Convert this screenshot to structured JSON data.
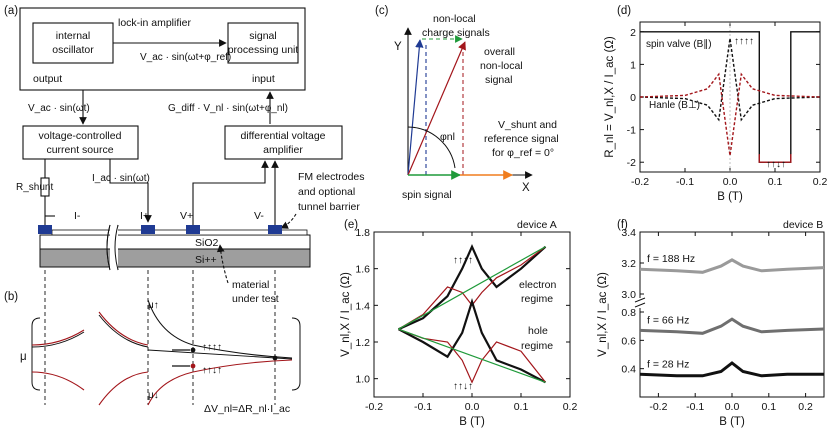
{
  "colors": {
    "blue": "#1f3a93",
    "green": "#1f9a3a",
    "red": "#a3161b",
    "orange": "#f07d1e",
    "gray": "#9a9a9a",
    "dark_gray": "#6f6f6f"
  },
  "panel_a": {
    "label": "(a)",
    "internal_oscillator": [
      "internal",
      "oscillator"
    ],
    "lockin": "lock-in amplifier",
    "signal_unit": [
      "signal",
      "processing unit"
    ],
    "ref_formula": "V_ac · sin(ωt+φ_ref)",
    "output": "output",
    "input": "input",
    "vac_sin": "V_ac · sin(ωt)",
    "gdiff": "G_diff · V_nl · sin(ωt+φ_nl)",
    "vcs": [
      "voltage-controlled",
      "current source"
    ],
    "dva": [
      "differential voltage",
      "amplifier"
    ],
    "rshunt": "R_shunt",
    "iac_sin": "I_ac · sin(ωt)",
    "fm_note": [
      "FM electrodes",
      "and optional",
      "tunnel barrier"
    ],
    "electrodes": [
      "I-",
      "I+",
      "V+",
      "V-"
    ],
    "sio2": "SiO2",
    "si": "Si++",
    "material": [
      "material",
      "under test"
    ]
  },
  "panel_b": {
    "label": "(b)",
    "mu": "μ",
    "mu_up": "μ↑",
    "mu_down": "μ↓",
    "delta": "ΔV_nl=ΔR_nl·I_ac"
  },
  "panel_c": {
    "label": "(c)",
    "y_axis": "Y",
    "x_axis": "X",
    "charge": [
      "non-local",
      "charge signals"
    ],
    "overall": [
      "overall",
      "non-local",
      "signal"
    ],
    "phi": "φnl",
    "vshunt": [
      "V_shunt and",
      "reference signal",
      "for φ_ref = 0°"
    ],
    "spin": "spin signal"
  },
  "chart_data": [
    {
      "id": "d",
      "type": "line",
      "label": "(d)",
      "xlabel": "B (T)",
      "ylabel": "R_nl = V_nl,X / I_ac (Ω)",
      "xlim": [
        -0.2,
        0.2
      ],
      "ylim": [
        -2.3,
        2.3
      ],
      "xticks": [
        -0.2,
        -0.1,
        0.0,
        0.1,
        0.2
      ],
      "yticks": [
        -2,
        -1,
        0,
        1,
        2
      ],
      "annotations": [
        "spin valve (B∥)",
        "Hanle (B⊥)"
      ],
      "series": [
        {
          "name": "spin valve (B∥)",
          "style": "solid",
          "color": "#111111",
          "x": [
            -0.2,
            0.065,
            0.065,
            0.135,
            0.135,
            0.2
          ],
          "y": [
            2.0,
            2.0,
            -2.0,
            -2.0,
            2.0,
            2.0
          ]
        },
        {
          "name": "spin valve (B∥)",
          "style": "solid",
          "color": "#a3161b",
          "x": [
            0.065,
            0.065,
            0.135,
            0.135
          ],
          "y": [
            -1.75,
            -2.0,
            -2.0,
            -1.75
          ]
        },
        {
          "name": "Hanle (B⊥)",
          "style": "dashed",
          "color": "#111111",
          "x": [
            -0.2,
            -0.1,
            -0.05,
            -0.025,
            -0.01,
            0.0,
            0.01,
            0.025,
            0.05,
            0.1,
            0.2
          ],
          "y": [
            0.0,
            -0.05,
            -0.25,
            -0.7,
            0.8,
            1.8,
            0.8,
            -0.7,
            -0.25,
            -0.05,
            0.0
          ]
        },
        {
          "name": "Hanle (B⊥)",
          "style": "dashed",
          "color": "#a3161b",
          "x": [
            -0.2,
            -0.1,
            -0.05,
            -0.025,
            -0.01,
            0.0,
            0.01,
            0.025,
            0.05,
            0.1,
            0.2
          ],
          "y": [
            0.0,
            0.05,
            0.25,
            0.7,
            -0.8,
            -1.8,
            -0.8,
            0.7,
            0.25,
            0.05,
            0.0
          ]
        }
      ]
    },
    {
      "id": "e",
      "type": "line",
      "label": "(e)",
      "device": "device A",
      "xlabel": "B (T)",
      "ylabel": "V_nl,X / I_ac (Ω)",
      "xlim": [
        -0.2,
        0.2
      ],
      "ylim": [
        0.9,
        1.8
      ],
      "xticks": [
        -0.2,
        -0.1,
        0.0,
        0.1,
        0.2
      ],
      "yticks": [
        1.0,
        1.2,
        1.4,
        1.6,
        1.8
      ],
      "annotations": [
        "electron",
        "regime",
        "hole",
        "regime"
      ],
      "series": [
        {
          "name": "electron parallel",
          "color": "#111111",
          "x": [
            -0.15,
            -0.1,
            -0.05,
            -0.02,
            0.0,
            0.02,
            0.05,
            0.1,
            0.15
          ],
          "y": [
            1.27,
            1.33,
            1.45,
            1.6,
            1.72,
            1.6,
            1.5,
            1.6,
            1.72
          ]
        },
        {
          "name": "electron antiparallel",
          "color": "#a3161b",
          "x": [
            -0.15,
            -0.1,
            -0.05,
            -0.02,
            0.0,
            0.02,
            0.05,
            0.1,
            0.15
          ],
          "y": [
            1.27,
            1.35,
            1.5,
            1.47,
            1.4,
            1.47,
            1.55,
            1.62,
            1.72
          ]
        },
        {
          "name": "hole parallel",
          "color": "#111111",
          "x": [
            -0.15,
            -0.1,
            -0.05,
            -0.02,
            0.0,
            0.02,
            0.05,
            0.1,
            0.15
          ],
          "y": [
            1.27,
            1.2,
            1.12,
            1.25,
            1.42,
            1.25,
            1.1,
            1.05,
            0.98
          ]
        },
        {
          "name": "hole antiparallel",
          "color": "#a3161b",
          "x": [
            -0.15,
            -0.1,
            -0.05,
            -0.02,
            0.0,
            0.02,
            0.05,
            0.1,
            0.15
          ],
          "y": [
            1.27,
            1.22,
            1.2,
            1.1,
            0.98,
            1.1,
            1.2,
            1.15,
            0.98
          ]
        },
        {
          "name": "hole parallel fit",
          "color": "#1f9a3a",
          "x": [
            -0.15,
            0.15
          ],
          "y": [
            1.27,
            0.98
          ]
        },
        {
          "name": "electron fit",
          "color": "#1f9a3a",
          "x": [
            -0.15,
            0.15
          ],
          "y": [
            1.27,
            1.72
          ]
        }
      ]
    },
    {
      "id": "f",
      "type": "line",
      "label": "(f)",
      "device": "device B",
      "xlabel": "B (T)",
      "ylabel": "V_nl,X / I_ac (Ω)",
      "xlim": [
        -0.25,
        0.25
      ],
      "xticks": [
        -0.2,
        -0.1,
        0.0,
        0.1,
        0.2
      ],
      "ylim_upper": [
        3.0,
        3.4
      ],
      "ylim_lower": [
        0.2,
        0.8
      ],
      "yticks_upper": [
        3.0,
        3.2,
        3.4
      ],
      "yticks_lower": [
        0.4,
        0.6,
        0.8
      ],
      "series": [
        {
          "name": "f = 188 Hz",
          "color": "#9a9a9a",
          "axis": "upper",
          "x": [
            -0.25,
            -0.15,
            -0.08,
            -0.03,
            0.0,
            0.03,
            0.08,
            0.15,
            0.25
          ],
          "y": [
            3.16,
            3.15,
            3.14,
            3.18,
            3.22,
            3.18,
            3.15,
            3.16,
            3.17
          ]
        },
        {
          "name": "f = 66 Hz",
          "color": "#6f6f6f",
          "axis": "lower",
          "x": [
            -0.25,
            -0.15,
            -0.08,
            -0.03,
            0.0,
            0.03,
            0.08,
            0.15,
            0.25
          ],
          "y": [
            0.67,
            0.66,
            0.65,
            0.7,
            0.75,
            0.7,
            0.66,
            0.67,
            0.68
          ]
        },
        {
          "name": "f = 28 Hz",
          "color": "#111111",
          "axis": "lower",
          "x": [
            -0.25,
            -0.15,
            -0.08,
            -0.03,
            0.0,
            0.03,
            0.08,
            0.15,
            0.25
          ],
          "y": [
            0.36,
            0.35,
            0.35,
            0.38,
            0.44,
            0.38,
            0.35,
            0.36,
            0.36
          ]
        }
      ]
    }
  ]
}
